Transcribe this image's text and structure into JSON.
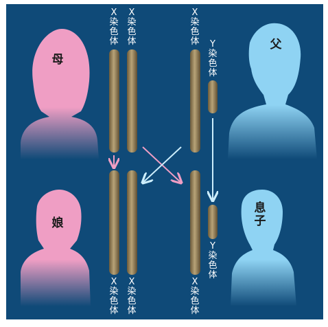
{
  "colors": {
    "background": "#0f4a78",
    "frame": "#ffffff",
    "female": "#ef9ec4",
    "male": "#8fd3f3",
    "chromosome": "#8c7a55",
    "arrow_female": "#ef9ec4",
    "arrow_male": "#bfe7fb"
  },
  "people": {
    "mother": "母",
    "father": "父",
    "daughter": "娘",
    "son": "息子"
  },
  "labels": {
    "mother_x1": "X染色体",
    "mother_x2": "X染色体",
    "father_x": "X染色体",
    "father_y": "Y染色体",
    "daughter_x1": "X染色体",
    "daughter_x2": "X染色体",
    "son_x": "X染色体",
    "son_y": "Y染色体"
  }
}
